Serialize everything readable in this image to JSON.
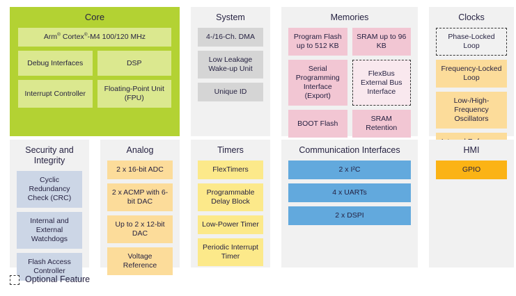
{
  "diagram": {
    "legend": {
      "optional_label": "Optional Feature",
      "optional_swatch_icon": "dashed-box-icon"
    },
    "colors": {
      "core_panel": "#b3d233",
      "core_block": "#dbe88f",
      "panel_background": "#f1f1f1",
      "system_block": "#d5d5d5",
      "memories_block": "#f2c6d3",
      "clocks_block": "#fcdc9a",
      "analog_block": "#fcdc9a",
      "timers_block": "#fce98a",
      "communication_block": "#62a9dd",
      "security_block": "#ccd6e6",
      "hmi_block": "#fbb315",
      "optional_border": "#333333",
      "text": "#231f3f"
    },
    "rows": [
      {
        "id": "row-top",
        "panels": [
          {
            "id": "core",
            "title": "Core",
            "layout": "mixed",
            "blocks": [
              {
                "label": "Arm® Cortex®-M4 100/120 MHz",
                "full_width": true,
                "optional": false
              },
              {
                "label": "Debug Interfaces",
                "full_width": false,
                "optional": false
              },
              {
                "label": "DSP",
                "full_width": false,
                "optional": false
              },
              {
                "label": "Interrupt Controller",
                "full_width": false,
                "optional": false
              },
              {
                "label": "Floating-Point Unit (FPU)",
                "full_width": false,
                "optional": false
              }
            ]
          },
          {
            "id": "system",
            "title": "System",
            "layout": "single-column",
            "blocks": [
              {
                "label": "4-/16-Ch. DMA",
                "optional": false
              },
              {
                "label": "Low Leakage Wake-up Unit",
                "optional": false
              },
              {
                "label": "Unique ID",
                "optional": false
              }
            ]
          },
          {
            "id": "memories",
            "title": "Memories",
            "layout": "two-column",
            "blocks": [
              {
                "label": "Program Flash up to 512 KB",
                "optional": false
              },
              {
                "label": "SRAM up to 96 KB",
                "optional": false
              },
              {
                "label": "Serial Programming Interface (Export)",
                "optional": false
              },
              {
                "label": "FlexBus External Bus Interface",
                "optional": true
              },
              {
                "label": "BOOT Flash",
                "optional": false
              },
              {
                "label": "SRAM Retention",
                "optional": false
              }
            ]
          },
          {
            "id": "clocks",
            "title": "Clocks",
            "layout": "single-column",
            "blocks": [
              {
                "label": "Phase-Locked Loop",
                "optional": true
              },
              {
                "label": "Frequency-Locked Loop",
                "optional": false
              },
              {
                "label": "Low-/High-Frequency Oscillators",
                "optional": false
              },
              {
                "label": "Internal Reference Clocks",
                "optional": false
              }
            ]
          }
        ]
      },
      {
        "id": "row-bottom",
        "panels": [
          {
            "id": "security",
            "title": "Security and Integrity",
            "layout": "single-column",
            "blocks": [
              {
                "label": "Cyclic Redundancy Check (CRC)",
                "optional": false
              },
              {
                "label": "Internal and External Watchdogs",
                "optional": false
              },
              {
                "label": "Flash Access Controller",
                "optional": false
              }
            ]
          },
          {
            "id": "analog",
            "title": "Analog",
            "layout": "single-column",
            "blocks": [
              {
                "label": "2 x 16-bit ADC",
                "optional": false
              },
              {
                "label": "2 x ACMP with 6-bit DAC",
                "optional": false
              },
              {
                "label": "Up to 2 x 12-bit DAC",
                "optional": false
              },
              {
                "label": "Voltage Reference",
                "optional": false
              }
            ]
          },
          {
            "id": "timers",
            "title": "Timers",
            "layout": "single-column",
            "blocks": [
              {
                "label": "FlexTimers",
                "optional": false
              },
              {
                "label": "Programmable Delay Block",
                "optional": false
              },
              {
                "label": "Low-Power Timer",
                "optional": false
              },
              {
                "label": "Periodic Interrupt Timer",
                "optional": false
              }
            ]
          },
          {
            "id": "communication",
            "title": "Communication Interfaces",
            "layout": "single-column",
            "blocks": [
              {
                "label": "2 x I²C",
                "optional": false
              },
              {
                "label": "4 x UARTs",
                "optional": false
              },
              {
                "label": "2 x DSPI",
                "optional": false
              }
            ]
          },
          {
            "id": "hmi",
            "title": "HMI",
            "layout": "single-column",
            "blocks": [
              {
                "label": "GPIO",
                "optional": false
              }
            ]
          }
        ]
      }
    ]
  }
}
